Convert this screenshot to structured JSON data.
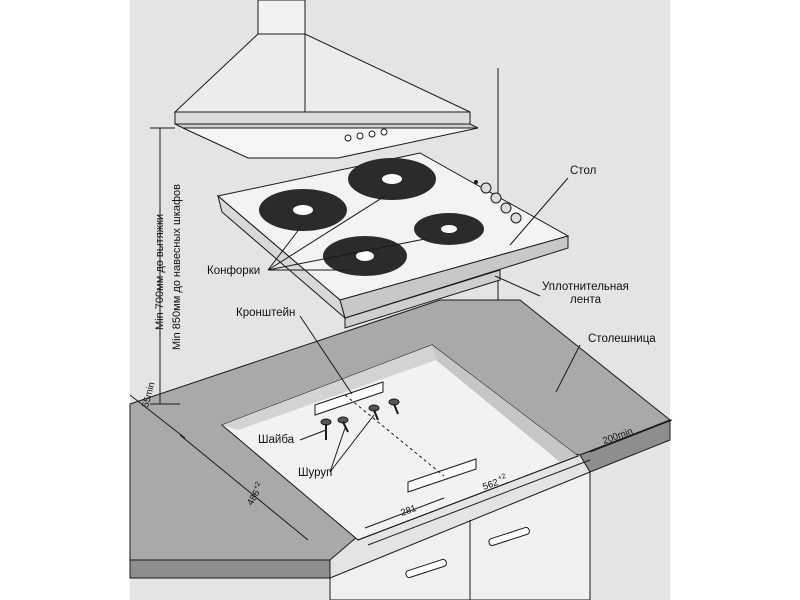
{
  "labels": {
    "hob": "Стол",
    "burners": "Конфорки",
    "seal_line1": "Уплотнительная",
    "seal_line2": "лента",
    "bracket": "Кронштейн",
    "countertop": "Столешница",
    "washer": "Шайба",
    "screw": "Шуруп",
    "hood_clearance": "Min 700мм до вытяжки",
    "cabinet_clearance": "Min 850мм до навесных шкафов"
  },
  "dimensions": {
    "edge_gap": "55min",
    "side_gap": "200min",
    "cutout_depth": "486",
    "cutout_depth_tol": "+2",
    "cutout_width": "562",
    "cutout_width_tol": "+2",
    "half_width": "281"
  },
  "colors": {
    "wall": "#e4e4e4",
    "countertop": "#a9a9a9",
    "countertop_front": "#8e8e8e",
    "hob_surface": "#f3f3f3",
    "burner": "#2b2b2b",
    "line": "#1a1a1a"
  }
}
